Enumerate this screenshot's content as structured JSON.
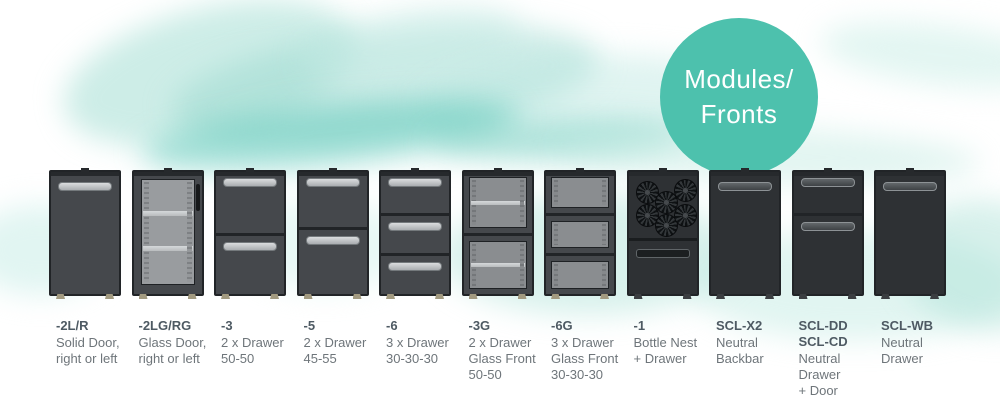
{
  "badge": {
    "line1": "Modules/",
    "line2": "Fronts",
    "color": "#4dc1ad",
    "text_color": "#ffffff"
  },
  "palette": {
    "accent_teal": "#4dc1ad",
    "wash_teal": "#7fd2c3",
    "module_body": "#45484c",
    "module_body_dark": "#2e3134",
    "module_frame": "#212427",
    "glass": "#999c9f",
    "shelf": "#cdd0d2",
    "handle_light": "#b5b9bc",
    "code_text": "#4e5a63",
    "desc_text": "#6e757a"
  },
  "modules": [
    {
      "code": "-2L/R",
      "desc": "Solid Door,\nright or left",
      "front": {
        "kind": "solid",
        "dark": false,
        "handle": true
      }
    },
    {
      "code": "-2LG/RG",
      "desc": "Glass Door,\nright or left",
      "front": {
        "kind": "glass",
        "dark": false,
        "shelves": [
          30,
          63
        ]
      }
    },
    {
      "code": "-3",
      "desc": "2 x Drawer\n50-50",
      "front": {
        "kind": "drawers",
        "dark": false,
        "splits": [
          50,
          50
        ]
      }
    },
    {
      "code": "-5",
      "desc": "2 x Drawer\n45-55",
      "front": {
        "kind": "drawers",
        "dark": false,
        "splits": [
          45,
          55
        ]
      }
    },
    {
      "code": "-6",
      "desc": "3 x Drawer\n30-30-30",
      "front": {
        "kind": "drawers",
        "dark": false,
        "splits": [
          33.4,
          33.3,
          33.3
        ]
      }
    },
    {
      "code": "-3G",
      "desc": "2 x Drawer\nGlass Front\n50-50",
      "front": {
        "kind": "glass-drawers",
        "dark": false,
        "splits": [
          50,
          50
        ],
        "shelf": true
      }
    },
    {
      "code": "-6G",
      "desc": "3 x Drawer\nGlass Front\n30-30-30",
      "front": {
        "kind": "glass-drawers",
        "dark": false,
        "splits": [
          33.4,
          33.3,
          33.3
        ],
        "shelf": false
      }
    },
    {
      "code": "-1",
      "desc": "Bottle Nest\n+ Drawer",
      "front": {
        "kind": "bottle-nest",
        "dark": true,
        "fans": 6
      }
    },
    {
      "code": "SCL-X2",
      "desc": "Neutral\nBackbar",
      "front": {
        "kind": "solid",
        "dark": true,
        "handle": true
      }
    },
    {
      "code": "SCL-DD\nSCL-CD",
      "desc": "Neutral\nDrawer\n+ Door",
      "front": {
        "kind": "drawers",
        "dark": true,
        "splits": [
          34,
          66
        ]
      }
    },
    {
      "code": "SCL-WB",
      "desc": "Neutral\nDrawer",
      "front": {
        "kind": "solid",
        "dark": true,
        "handle": true
      }
    }
  ]
}
